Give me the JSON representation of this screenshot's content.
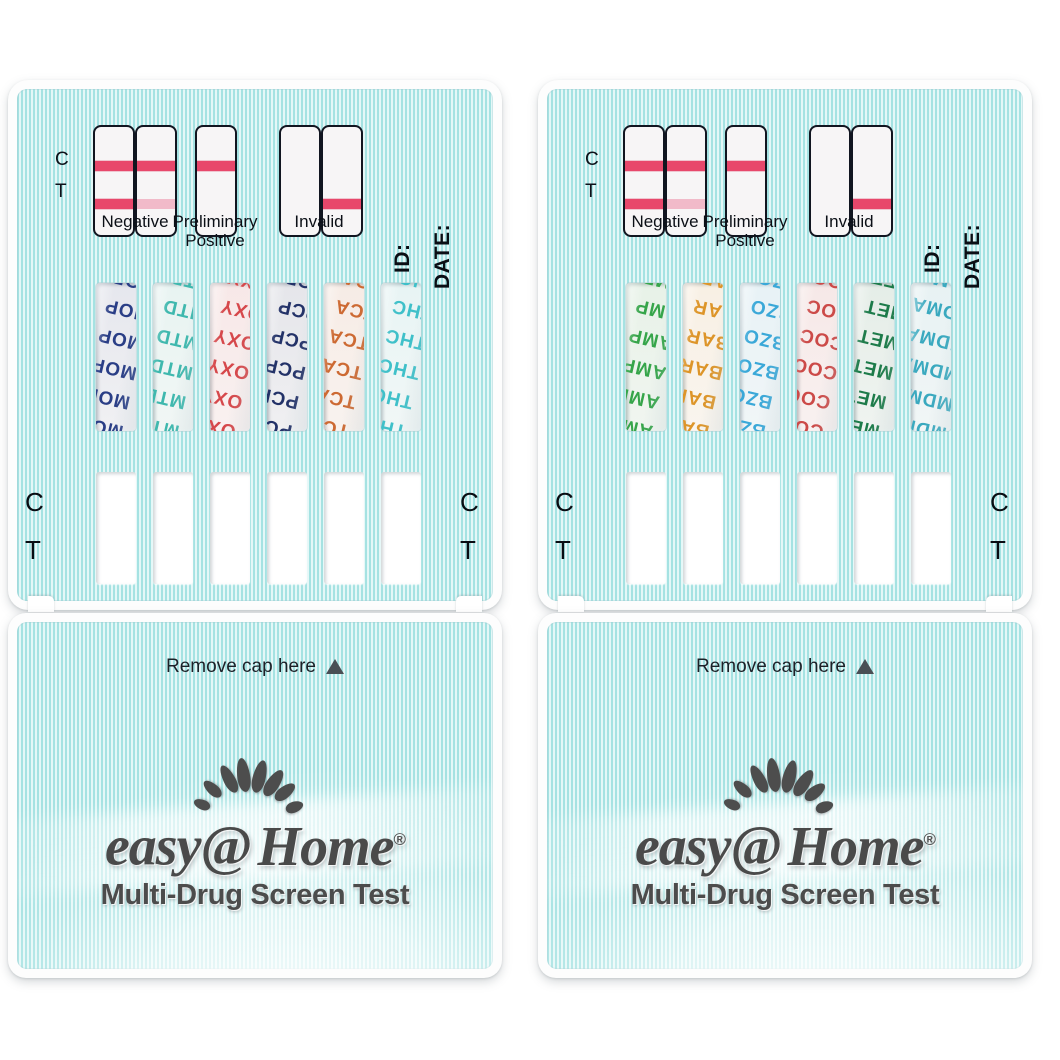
{
  "product": {
    "brand_primary": "easy",
    "brand_at": "@",
    "brand_secondary": "Home",
    "registered_mark": "®",
    "tagline": "Multi-Drug Screen Test",
    "remove_cap_text": "Remove cap here",
    "remove_cap_arrow": "triangle-up-icon"
  },
  "colors": {
    "card_frame": "#fdfdfd",
    "stripe_dark": "#a5e2e2",
    "stripe_light": "#e4f7f7",
    "test_line": "#e8476b",
    "test_line_faint": "rgba(232,90,130,0.38)",
    "text_dark": "#0b0f16",
    "brand_gray": "#4a4a4a"
  },
  "legend": {
    "control_label": "C",
    "test_label": "T",
    "results": [
      {
        "name": "Negative",
        "label": "Negative",
        "strips": [
          {
            "control_line": "strong",
            "test_line": "strong"
          },
          {
            "control_line": "strong",
            "test_line": "faint"
          }
        ]
      },
      {
        "name": "Preliminary Positive",
        "label": "Preliminary\nPositive",
        "strips": [
          {
            "control_line": "strong",
            "test_line": "none"
          }
        ]
      },
      {
        "name": "Invalid",
        "label": "Invalid",
        "strips": [
          {
            "control_line": "none",
            "test_line": "none"
          },
          {
            "control_line": "none",
            "test_line": "strong"
          }
        ]
      }
    ],
    "fields": [
      {
        "name": "id-field",
        "label": "ID:"
      },
      {
        "name": "date-field",
        "label": "DATE:"
      }
    ]
  },
  "panels": [
    {
      "id": "left-card",
      "name": "multi-drug-test-card-left",
      "ct_left": {
        "c": "C",
        "t": "T"
      },
      "ct_right": {
        "c": "C",
        "t": "T"
      },
      "drugs": [
        {
          "code": "MOP",
          "color": "#2a3e86"
        },
        {
          "code": "MTD",
          "color": "#3fb8ae"
        },
        {
          "code": "OXY",
          "color": "#d6484b"
        },
        {
          "code": "PCP",
          "color": "#233268"
        },
        {
          "code": "TCA",
          "color": "#cd6a33"
        },
        {
          "code": "THC",
          "color": "#3fc0c9"
        }
      ]
    },
    {
      "id": "right-card",
      "name": "multi-drug-test-card-right",
      "ct_left": {
        "c": "C",
        "t": "T"
      },
      "ct_right": {
        "c": "C",
        "t": "T"
      },
      "drugs": [
        {
          "code": "AMP",
          "color": "#36a54a"
        },
        {
          "code": "BAR",
          "color": "#dd9529"
        },
        {
          "code": "BZO",
          "color": "#3aa8d8"
        },
        {
          "code": "COC",
          "color": "#cc4a48"
        },
        {
          "code": "MET",
          "color": "#1d7b4a"
        },
        {
          "code": "MDMA",
          "color": "#3aa9bf"
        }
      ]
    }
  ]
}
